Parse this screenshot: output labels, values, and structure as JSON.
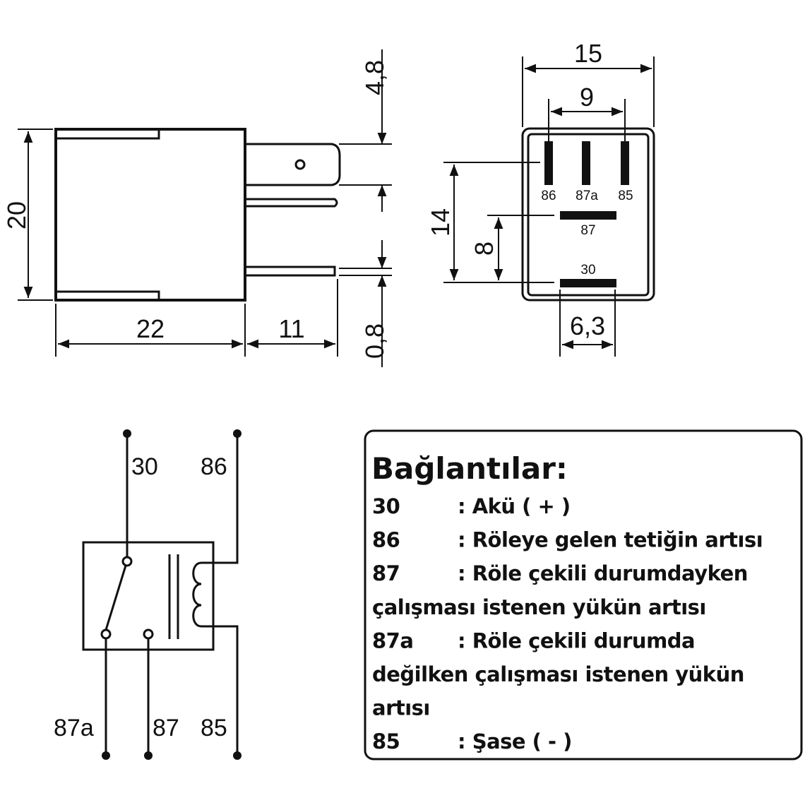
{
  "side_view": {
    "height": "20",
    "body_length": "22",
    "pin_length": "11",
    "pin_width": "4,8",
    "pin_thickness": "0,8"
  },
  "front_view": {
    "width": "15",
    "pin_spacing": "9",
    "pin_row_distance": "14",
    "pin87_distance": "8",
    "pin30_width": "6,3",
    "pins": [
      "86",
      "87a",
      "85",
      "87",
      "30"
    ]
  },
  "schematic": {
    "labels": [
      "30",
      "86",
      "87a",
      "87",
      "85"
    ]
  },
  "legend": {
    "title": "Bağlantılar:",
    "rows": [
      {
        "code": "30",
        "desc": ": Akü ( + )"
      },
      {
        "code": "86",
        "desc": ": Röleye gelen tetiğin artısı"
      },
      {
        "code": "87",
        "desc": ": Röle çekili durumdayken"
      },
      {
        "code": "",
        "desc": "çalışması istenen yükün artısı"
      },
      {
        "code": "87a",
        "desc": ": Röle çekili durumda"
      },
      {
        "code": "",
        "desc": "değilken çalışması istenen yükün"
      },
      {
        "code": "",
        "desc": "artısı"
      },
      {
        "code": "85",
        "desc": ": Şase ( - )"
      }
    ]
  }
}
